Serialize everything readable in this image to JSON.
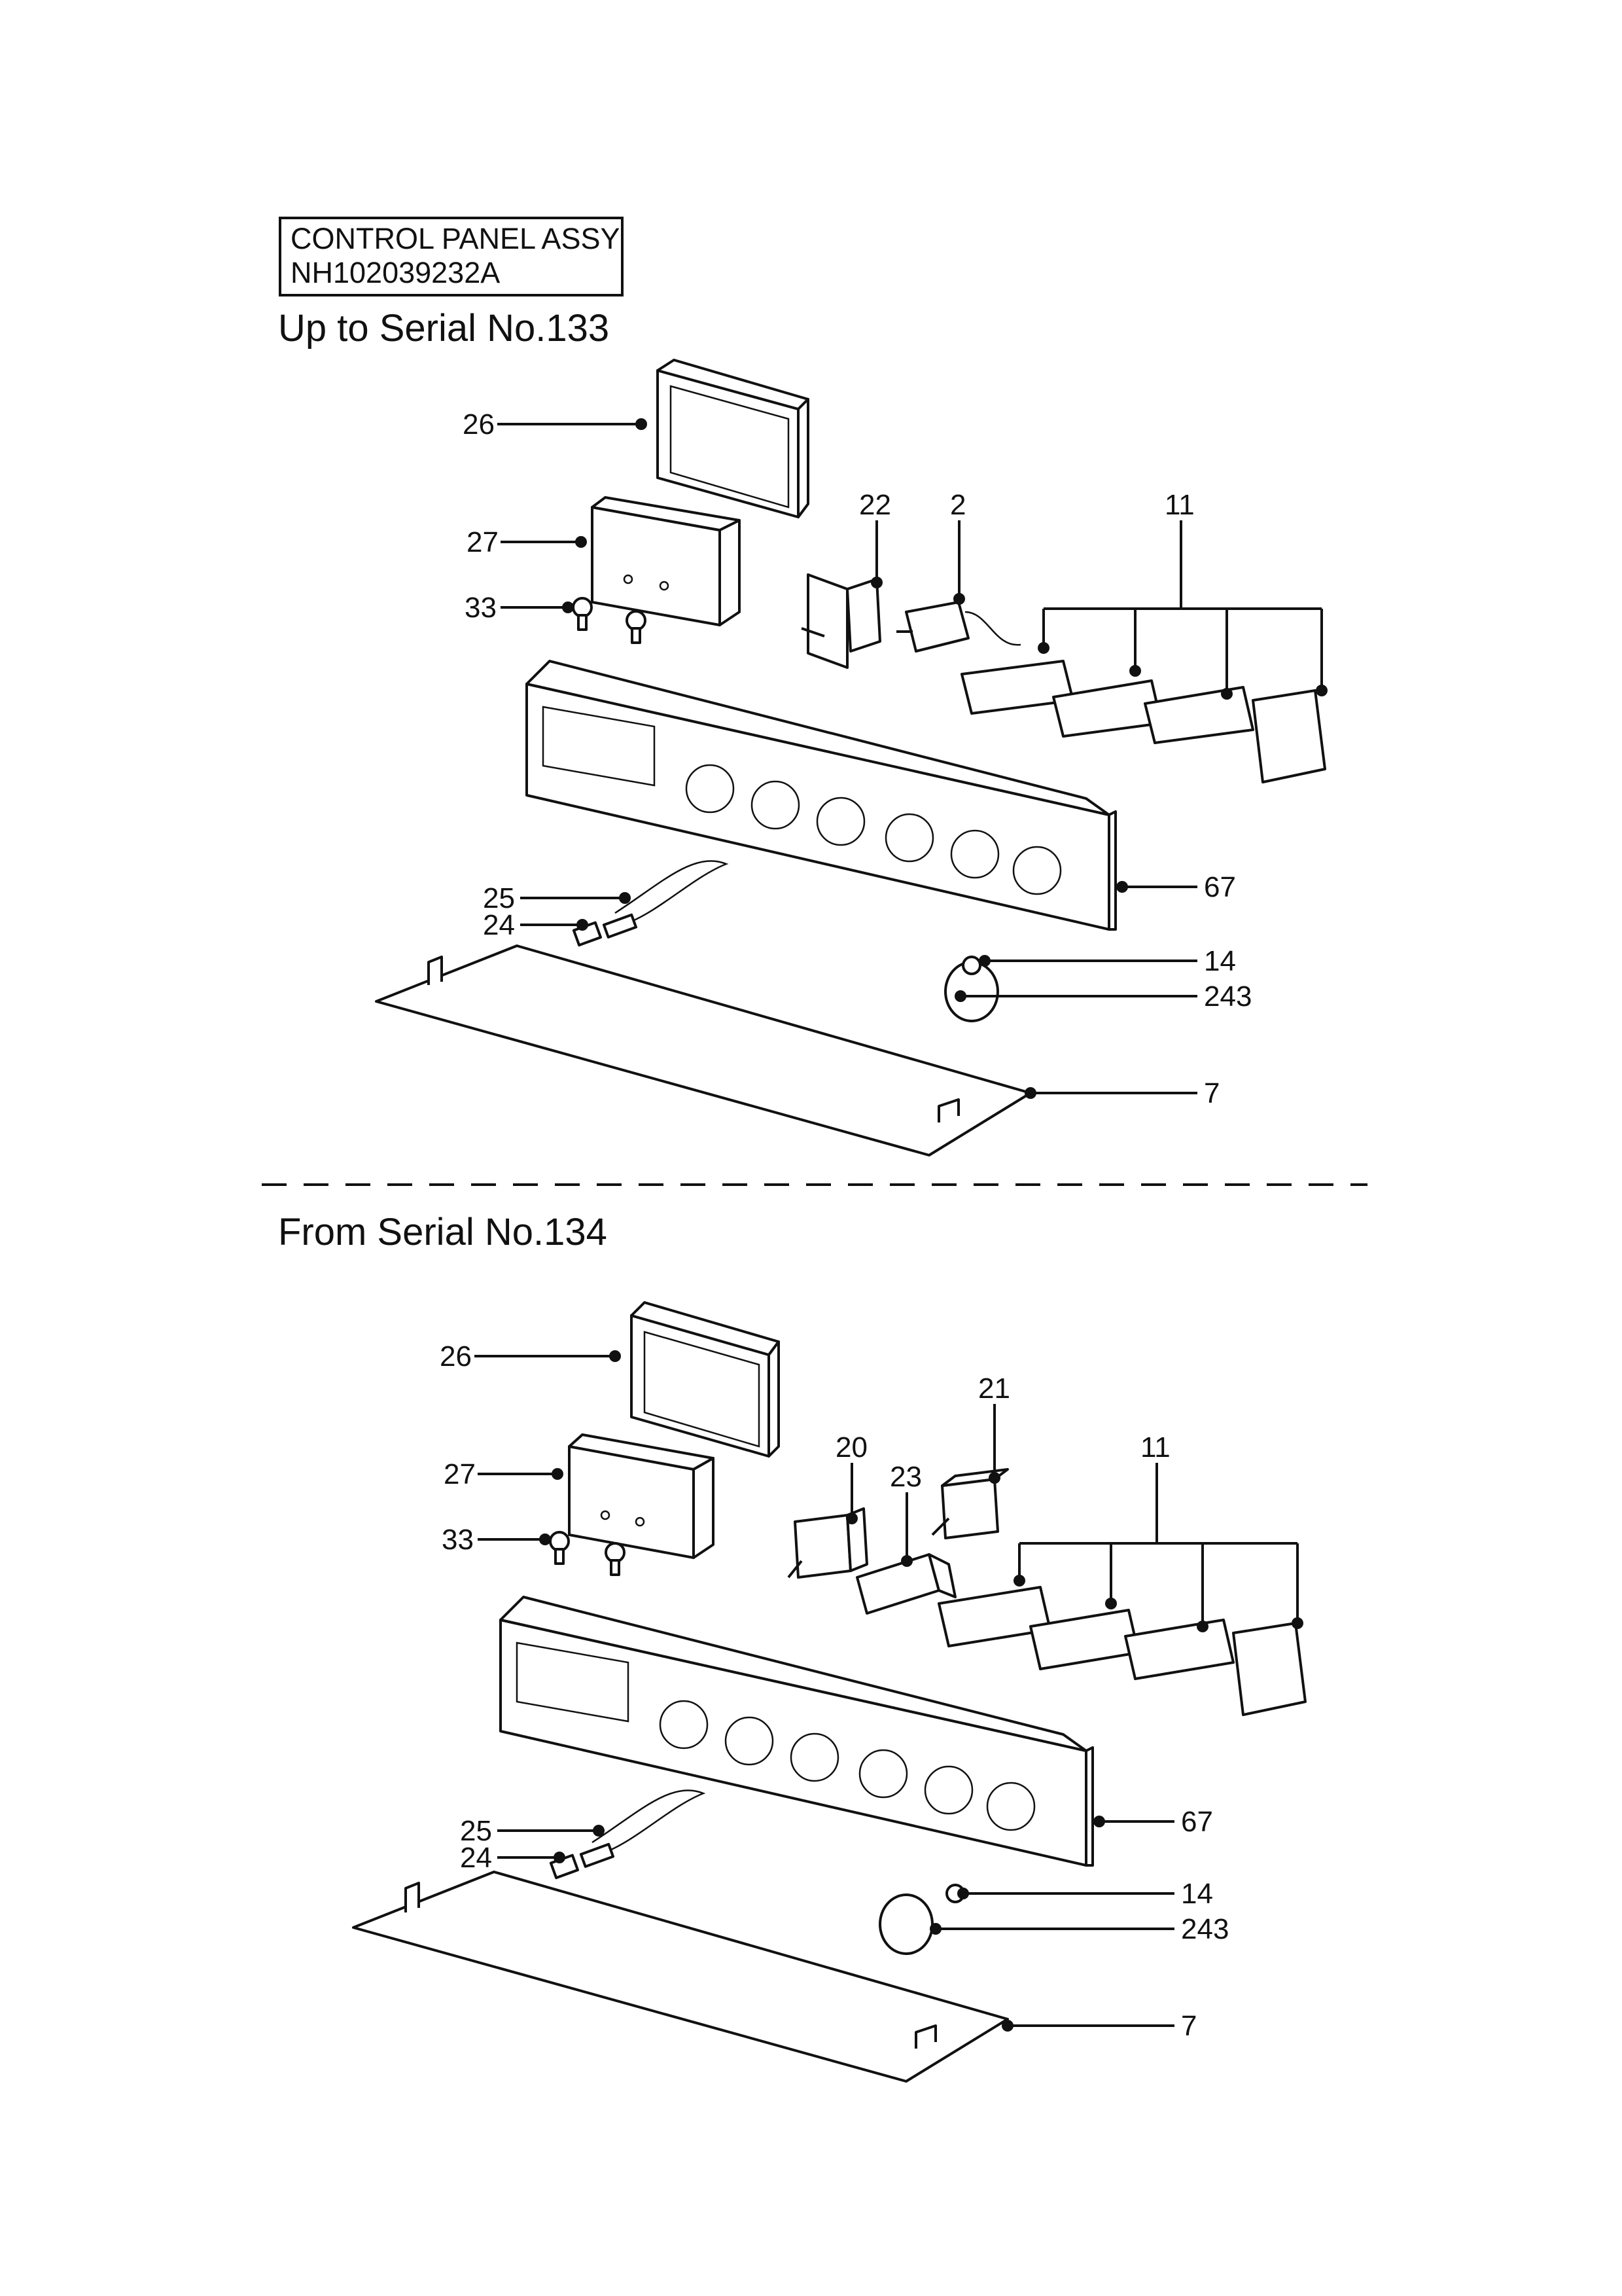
{
  "title_box": {
    "line1": "CONTROL PANEL ASSY",
    "line2": "NH102039232A"
  },
  "sections": [
    {
      "heading": "Up to Serial No.133",
      "callouts": [
        "26",
        "27",
        "33",
        "22",
        "2",
        "11",
        "67",
        "25",
        "24",
        "14",
        "243",
        "7"
      ]
    },
    {
      "heading": "From Serial No.134",
      "callouts": [
        "26",
        "27",
        "33",
        "20",
        "21",
        "23",
        "11",
        "67",
        "25",
        "24",
        "14",
        "243",
        "7"
      ]
    }
  ]
}
